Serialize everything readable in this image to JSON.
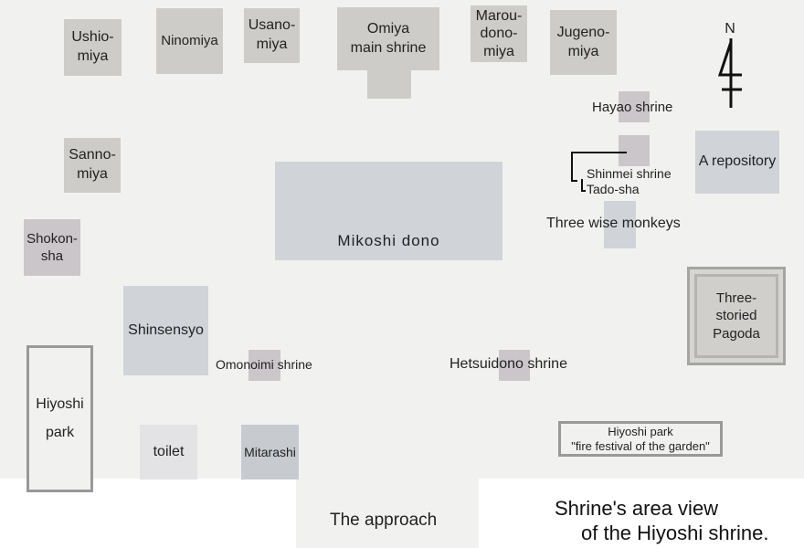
{
  "map": {
    "buildings": {
      "ushiomiya": "Ushio-\nmiya",
      "ninomiya": "Ninomiya",
      "usanomiya": "Usano-\nmiya",
      "omiya": "Omiya\nmain shrine",
      "maroudonomiya": "Marou-\ndono-\nmiya",
      "jugenomiya": "Jugeno-\nmiya",
      "sannomiya": "Sanno-\nmiya",
      "shokonsha": "Shokon-\nsha",
      "mikoshi_dono": "Mikoshi dono",
      "shinsensyo": "Shinsensyo",
      "toilet": "toilet",
      "mitarashi": "Mitarashi",
      "repository": "A repository",
      "pagoda": "Three-storied\nPagoda",
      "hiyoshi_park": "Hiyoshi\npark",
      "fire_festival": "Hiyoshi park\n\"fire festival of the garden\"",
      "approach": "The approach"
    },
    "labels": {
      "hayao": "Hayao shrine",
      "shinmei": "Shinmei shrine",
      "tado": "Tado-sha",
      "monkeys": "Three wise monkeys",
      "omonoimi": "Omonoimi shrine",
      "hetsuidono": "Hetsuidono shrine"
    },
    "north": "N",
    "title": {
      "line1": "Shrine's area view",
      "line2": "of the Hiyoshi shrine."
    }
  },
  "colors": {
    "ground": "#f1f2f0",
    "shrine_gray": "#cdccc8",
    "shrine_blue": "#d0d3d8",
    "small_mauve": "#cbc6ca",
    "outline": "#999999"
  }
}
